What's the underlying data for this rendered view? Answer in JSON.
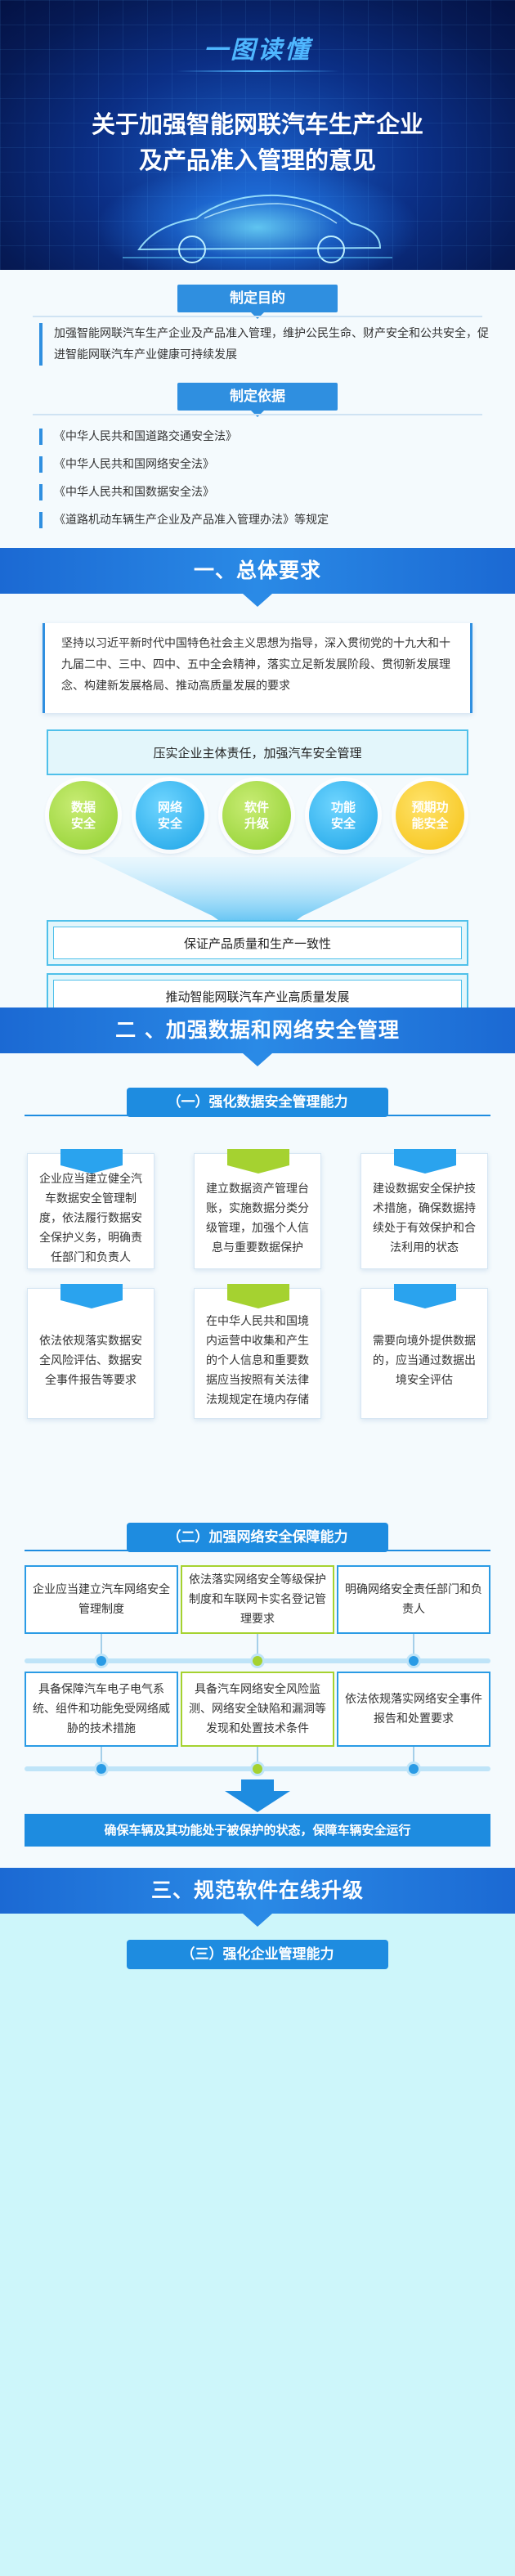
{
  "header": {
    "tag": "一图读懂",
    "title_line1": "关于加强智能网联汽车生产企业",
    "title_line2": "及产品准入管理的意见"
  },
  "purpose": {
    "label": "制定目的",
    "text": "加强智能网联汽车生产企业及产品准入管理，维护公民生命、财产安全和公共安全，促进智能网联汽车产业健康可持续发展"
  },
  "basis": {
    "label": "制定依据",
    "laws": [
      "《中华人民共和国道路交通安全法》",
      "《中华人民共和国网络安全法》",
      "《中华人民共和国数据安全法》",
      "《道路机动车辆生产企业及产品准入管理办法》等规定"
    ]
  },
  "section1": {
    "title": "一、总体要求",
    "guideline": "坚持以习近平新时代中国特色社会主义思想为指导，深入贯彻党的十九大和十九届二中、三中、四中、五中全会精神，落实立足新发展阶段、贯彻新发展理念、构建新发展格局、推动高质量发展的要求",
    "responsibility": "压实企业主体责任，加强汽车安全管理",
    "pillars": [
      "数据\n安全",
      "网络\n安全",
      "软件\n升级",
      "功能\n安全",
      "预期功\n能安全"
    ],
    "outcome1": "保证产品质量和生产一致性",
    "outcome2": "推动智能网联汽车产业高质量发展"
  },
  "section2": {
    "title": "二 、加强数据和网络安全管理",
    "sub1": {
      "title": "（一）强化数据安全管理能力",
      "cards": [
        "企业应当建立健全汽车数据安全管理制度，依法履行数据安全保护义务，明确责任部门和负责人",
        "建立数据资产管理台账，实施数据分类分级管理，加强个人信息与重要数据保护",
        "建设数据安全保护技术措施，确保数据持续处于有效保护和合法利用的状态",
        "依法依规落实数据安全风险评估、数据安全事件报告等要求",
        "在中华人民共和国境内运营中收集和产生的个人信息和重要数据应当按照有关法律法规规定在境内存储",
        "需要向境外提供数据的，应当通过数据出境安全评估"
      ]
    },
    "sub2": {
      "title": "（二）加强网络安全保障能力",
      "boxes_top": [
        "企业应当建立汽车网络安全管理制度",
        "依法落实网络安全等级保护制度和车联网卡实名登记管理要求",
        "明确网络安全责任部门和负责人"
      ],
      "boxes_bottom": [
        "具备保障汽车电子电气系统、组件和功能免受网络威胁的技术措施",
        "具备汽车网络安全风险监测、网络安全缺陷和漏洞等发现和处置技术条件",
        "依法依规落实网络安全事件报告和处置要求"
      ],
      "outcome": "确保车辆及其功能处于被保护的状态，保障车辆安全运行"
    }
  },
  "section3": {
    "title": "三、规范软件在线升级",
    "sub3": {
      "title": "（三）强化企业管理能力"
    }
  },
  "colors": {
    "primary": "#1e8ce0",
    "banner": "#1b69d3",
    "green": "#8fcf2e",
    "lime": "#a5d230",
    "cyan": "#1ba3e6",
    "yellow": "#f5c112",
    "hero_dark": "#061a55",
    "page_bg": "#cdf6fa"
  }
}
